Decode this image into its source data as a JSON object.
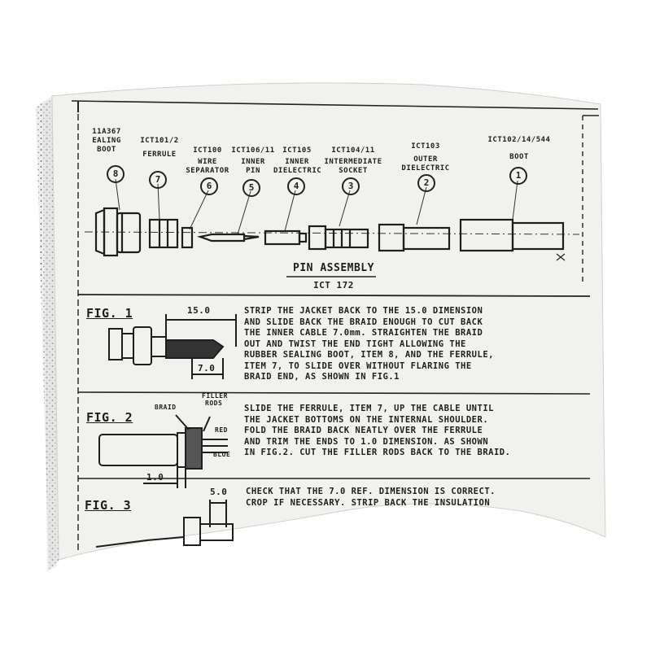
{
  "header_parts": [
    {
      "number": "8",
      "part_no": "11A367",
      "name_lines": [
        "EALING",
        "BOOT"
      ]
    },
    {
      "number": "7",
      "part_no": "ICT101/2",
      "name_lines": [
        "FERRULE"
      ]
    },
    {
      "number": "6",
      "part_no": "ICT100",
      "name_lines": [
        "WIRE",
        "SEPARATOR"
      ]
    },
    {
      "number": "5",
      "part_no": "ICT106/11",
      "name_lines": [
        "INNER",
        "PIN"
      ]
    },
    {
      "number": "4",
      "part_no": "ICT105",
      "name_lines": [
        "INNER",
        "DIELECTRIC"
      ]
    },
    {
      "number": "3",
      "part_no": "ICT104/11",
      "name_lines": [
        "INTERMEDIATE",
        "SOCKET"
      ]
    },
    {
      "number": "2",
      "part_no": "ICT103",
      "name_lines": [
        "OUTER",
        "DIELECTRIC"
      ]
    },
    {
      "number": "1",
      "part_no": "ICT102/14/544",
      "name_lines": [
        "BOOT"
      ]
    }
  ],
  "assembly": {
    "title": "PIN ASSEMBLY",
    "code": "ICT 172"
  },
  "figures": [
    {
      "label": "FIG. 1",
      "dims": [
        "15.0",
        "7.0"
      ],
      "text_lines": [
        "STRIP THE JACKET BACK TO THE 15.0 DIMENSION",
        "AND SLIDE BACK THE BRAID ENOUGH TO CUT BACK",
        "THE INNER CABLE 7.0mm. STRAIGHTEN THE BRAID",
        "OUT AND TWIST THE END TIGHT ALLOWING THE",
        "RUBBER SEALING BOOT, ITEM 8, AND THE FERRULE,",
        "ITEM 7, TO SLIDE OVER WITHOUT FLARING THE",
        "BRAID END, AS SHOWN IN FIG.1"
      ]
    },
    {
      "label": "FIG. 2",
      "dims": [
        "1.0"
      ],
      "callouts": [
        "BRAID",
        "FILLER",
        "RODS",
        "RED",
        "BLUE"
      ],
      "text_lines": [
        "SLIDE THE FERRULE, ITEM 7, UP THE CABLE UNTIL",
        "THE JACKET BOTTOMS ON THE INTERNAL SHOULDER.",
        "FOLD THE BRAID BACK NEATLY OVER THE FERRULE",
        "AND TRIM THE ENDS TO 1.0 DIMENSION. AS SHOWN",
        "IN FIG.2. CUT THE FILLER RODS BACK TO THE BRAID."
      ]
    },
    {
      "label": "FIG. 3",
      "dims": [
        "5.0"
      ],
      "text_lines": [
        "CHECK THAT THE 7.0 REF. DIMENSION IS CORRECT.",
        "CROP IF NECESSARY. STRIP BACK THE INSULATION"
      ]
    }
  ]
}
